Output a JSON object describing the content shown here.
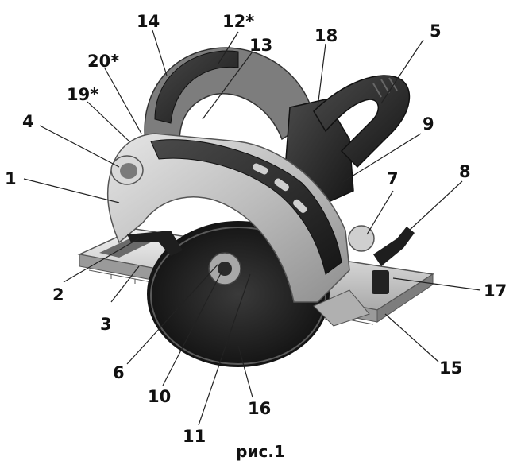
{
  "figure": {
    "caption": "рис.1",
    "callouts": {
      "c1": "1",
      "c2": "2",
      "c3": "3",
      "c4": "4",
      "c5": "5",
      "c6": "6",
      "c7": "7",
      "c8": "8",
      "c9": "9",
      "c10": "10",
      "c11": "11",
      "c12": "12*",
      "c13": "13",
      "c14": "14",
      "c15": "15",
      "c16": "16",
      "c17": "17",
      "c18": "18",
      "c19": "19*",
      "c20": "20*"
    }
  }
}
